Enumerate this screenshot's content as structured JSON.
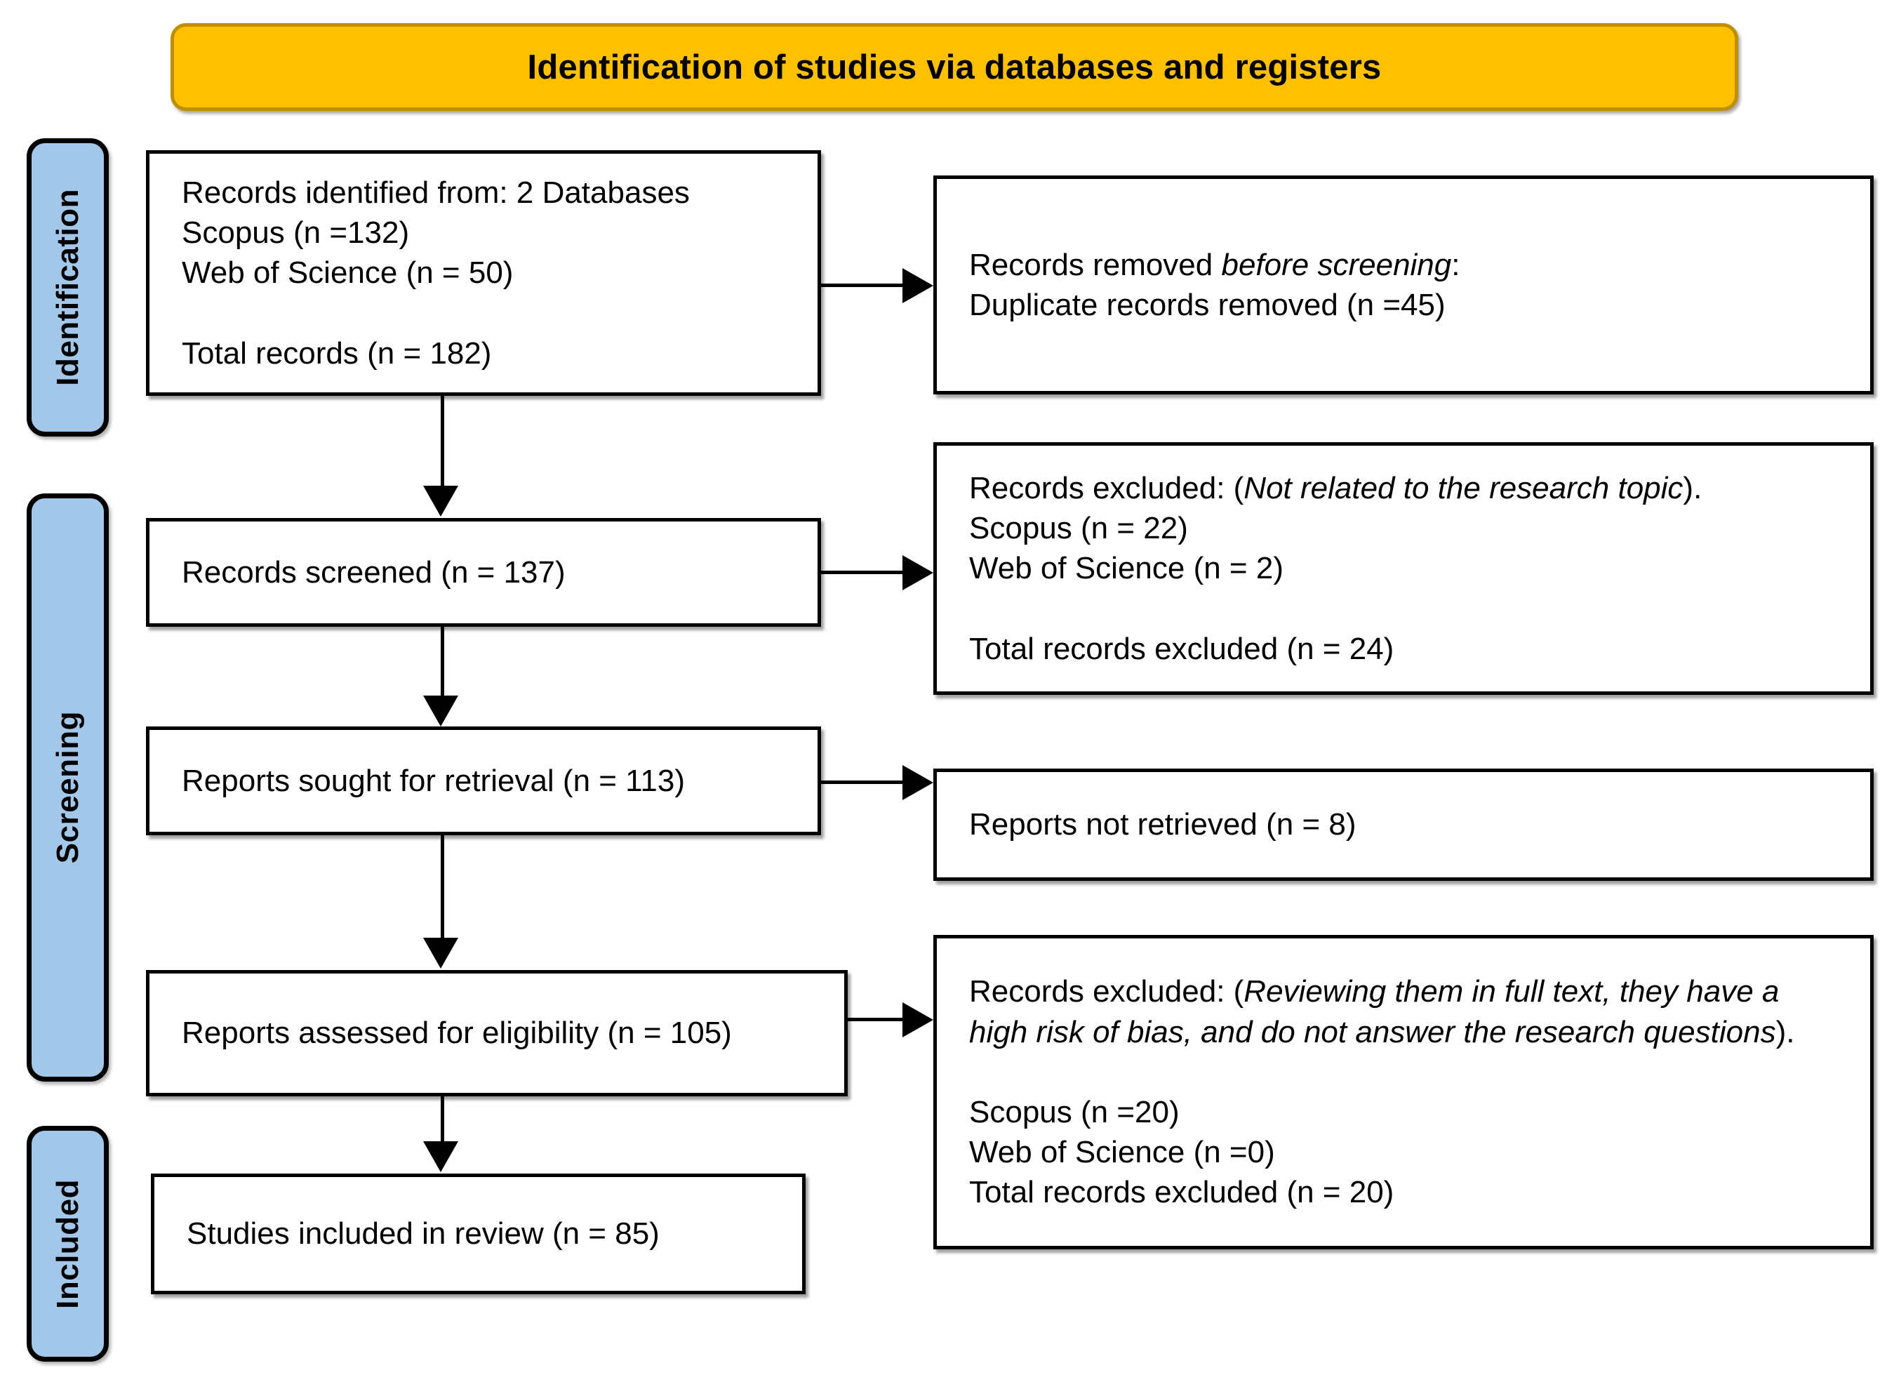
{
  "banner": {
    "title": "Identification of studies via databases and registers"
  },
  "stage_labels": [
    {
      "id": "identification",
      "label": "Identification"
    },
    {
      "id": "screening",
      "label": "Screening"
    },
    {
      "id": "included",
      "label": "Included"
    }
  ],
  "colors": {
    "banner_fill": "#FFC000",
    "banner_border": "#BF8F00",
    "stage_fill": "#A3C7E8",
    "box_border": "#000000",
    "box_fill": "#FFFFFF"
  },
  "boxes": {
    "identified": "Records identified from: 2 Databases\nScopus (n =132)\nWeb of Science (n = 50)\n\nTotal records (n = 182)",
    "screened": "Records screened (n = 137)",
    "sought": "Reports sought for retrieval (n = 113)",
    "assessed": "Reports assessed for eligibility (n = 105)",
    "included": "Studies included in review (n = 85)",
    "removed_line1_a": "Records removed ",
    "removed_line1_em": "before screening",
    "removed_line1_b": ":",
    "removed_line2": "Duplicate records removed (n =45)",
    "excluded1_line1_a": "Records excluded: (",
    "excluded1_line1_em": "Not related to the research topic",
    "excluded1_line1_b": ").",
    "excluded1_rest": "Scopus (n = 22)\nWeb of Science (n = 2)\n\nTotal records excluded (n = 24)",
    "not_retrieved": "Reports not retrieved (n = 8)",
    "excluded2_line1_a": "Records excluded: (",
    "excluded2_line1_em": "Reviewing them in full text, they have a high risk of bias, and do not answer the research questions",
    "excluded2_line1_b": ").",
    "excluded2_rest": "Scopus (n =20)\nWeb of Science (n =0)\nTotal records excluded (n = 20)"
  },
  "flow_data": {
    "type": "prisma-flow",
    "records_identified_databases": 2,
    "scopus_identified": 132,
    "web_of_science_identified": 50,
    "total_records": 182,
    "duplicates_removed": 45,
    "records_screened": 137,
    "scopus_excluded_screening": 22,
    "web_of_science_excluded_screening": 2,
    "total_excluded_screening": 24,
    "reports_sought": 113,
    "reports_not_retrieved": 8,
    "reports_assessed": 105,
    "scopus_excluded_eligibility": 20,
    "web_of_science_excluded_eligibility": 0,
    "total_excluded_eligibility": 20,
    "studies_included": 85
  }
}
